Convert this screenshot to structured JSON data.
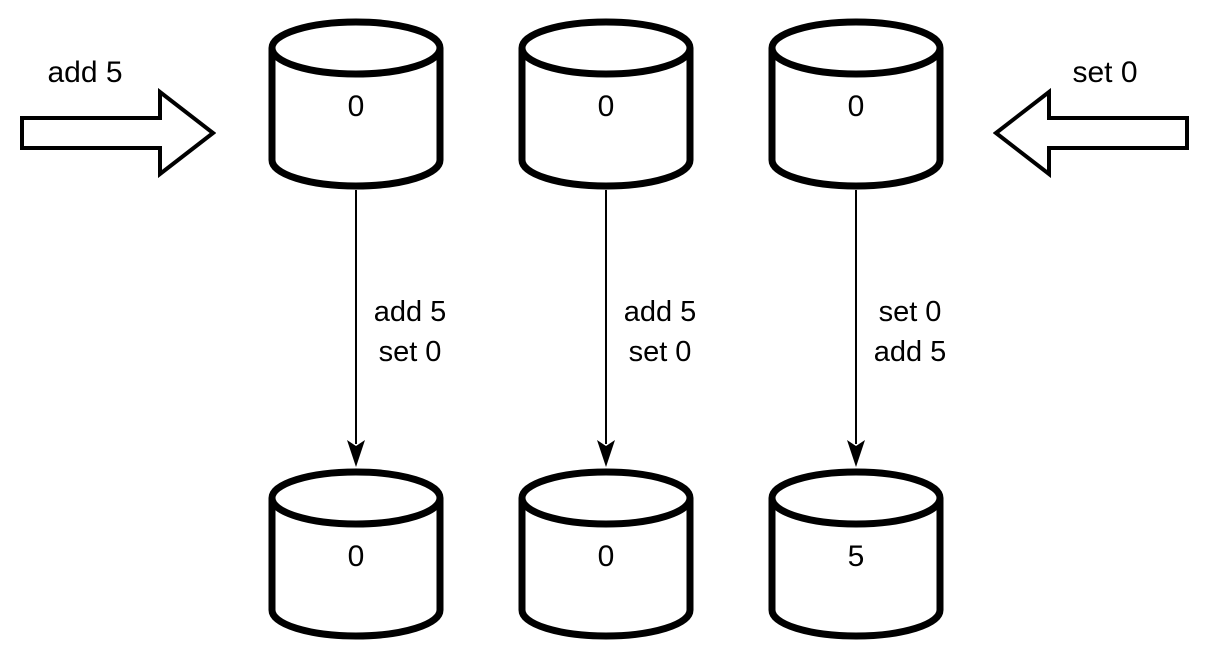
{
  "annotations": {
    "left_incoming_operation": "add 5",
    "right_incoming_operation": "set 0"
  },
  "replicas": [
    {
      "before_value": "0",
      "operations": {
        "first": "add 5",
        "second": "set 0"
      },
      "after_value": "0"
    },
    {
      "before_value": "0",
      "operations": {
        "first": "add 5",
        "second": "set 0"
      },
      "after_value": "0"
    },
    {
      "before_value": "0",
      "operations": {
        "first": "set 0",
        "second": "add 5"
      },
      "after_value": "5"
    }
  ],
  "colors": {
    "stroke": "#000000",
    "fill": "#ffffff",
    "background": "#ffffff"
  }
}
